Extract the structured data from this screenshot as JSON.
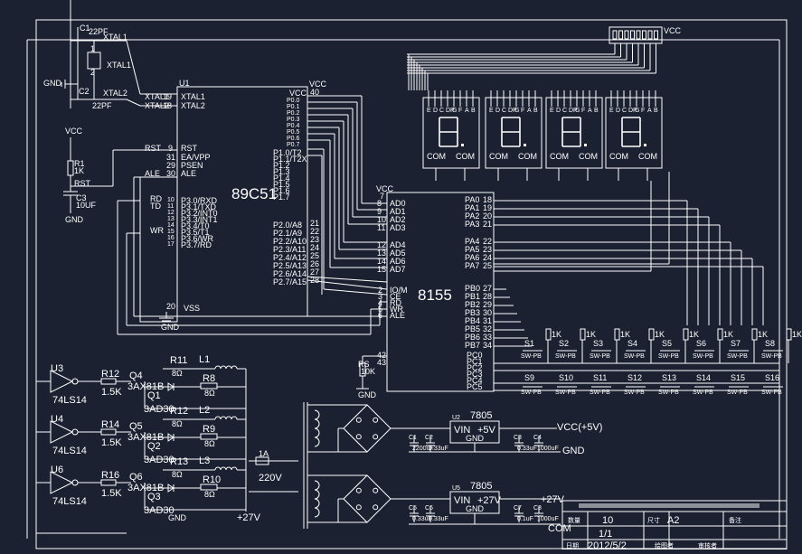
{
  "colors": {
    "background": "#1b2130",
    "wire": "#ffffff"
  },
  "crystal": {
    "c1": "C1",
    "c1_val": "22PF",
    "c2": "C2",
    "c2_val": "22PF",
    "xtal": "XTAL1",
    "xtal1": "XTAL1",
    "xtal2": "XTAL2",
    "pin1": "1",
    "pin2": "2",
    "gnd": "GND"
  },
  "mcu": {
    "ref": "U1",
    "name": "89C51",
    "vcc": "VCC",
    "vcc_pin": "40",
    "xtal1": "XTAL1",
    "xtal1_pin": "19",
    "xtal2": "XTAL2",
    "xtal2_pin": "18",
    "rst": "RST",
    "rst_pin": "9",
    "ea": "EA/VPP",
    "ea_pin": "31",
    "psen": "PSEN",
    "psen_pin": "29",
    "ale": "ALE",
    "ale_pin": "30",
    "vss": "VSS",
    "vss_pin": "20",
    "gnd": "GND",
    "p0": [
      "P0.0",
      "P0.1",
      "P0.2",
      "P0.3",
      "P0.4",
      "P0.5",
      "P0.6",
      "P0.7"
    ],
    "p1": [
      "P1.0/T2",
      "P1.1/T2X",
      "P1.2",
      "P1.3",
      "P1.4",
      "P1.5",
      "P1.6",
      "P1.7"
    ],
    "p2": [
      "P2.0/A8",
      "P2.1/A9",
      "P2.2/A10",
      "P2.3/A11",
      "P2.4/A12",
      "P2.5/A13",
      "P2.6/A14",
      "P2.7/A15"
    ],
    "p2_pins": [
      "21",
      "22",
      "23",
      "24",
      "25",
      "26",
      "27",
      "28"
    ],
    "p3": [
      "P3.0/RXD",
      "P3.1/TXD",
      "P3.2/INT0",
      "P3.3/INT1",
      "P3.4/T0",
      "P3.5/T1",
      "P3.6/WR",
      "P3.7/RD"
    ],
    "p3_pins": [
      "10",
      "11",
      "12",
      "13",
      "14",
      "15",
      "16",
      "17"
    ],
    "rd_net": "RD",
    "td_net": "TD",
    "wr_net": "WR",
    "rst_net": "RST",
    "ale_net": "ALE"
  },
  "reset": {
    "vcc": "VCC",
    "r": "R1",
    "r_val": "1K",
    "net": "RST",
    "c": "C3",
    "c_val": "10UF",
    "gnd": "GND"
  },
  "ppi": {
    "name": "8155",
    "vcc": "VCC",
    "vcc_pin": "7",
    "ad": [
      "AD0",
      "AD1",
      "AD2",
      "AD3",
      "AD4",
      "AD5",
      "AD6",
      "AD7"
    ],
    "ad_pins": [
      "8",
      "9",
      "10",
      "11",
      "12",
      "13",
      "14",
      "15"
    ],
    "ctrl": [
      "IO/M",
      "CE",
      "RD",
      "WR",
      "ALE"
    ],
    "ctrl_pins": [
      "2",
      "3",
      "4",
      "5",
      "6"
    ],
    "pa": [
      "PA0",
      "PA1",
      "PA2",
      "PA3",
      "PA4",
      "PA5",
      "PA6",
      "PA7"
    ],
    "pa_pins": [
      "18",
      "19",
      "20",
      "21",
      "22",
      "23",
      "24",
      "25"
    ],
    "pb": [
      "PB0",
      "PB1",
      "PB2",
      "PB3",
      "PB4",
      "PB5",
      "PB6",
      "PB7"
    ],
    "pb_pins": [
      "27",
      "28",
      "29",
      "30",
      "31",
      "32",
      "33",
      "34"
    ],
    "pc": [
      "PC0",
      "PC1",
      "PC2",
      "PC3",
      "PC4",
      "PC5"
    ],
    "left_pins": [
      "42",
      "43"
    ],
    "rs": "RS",
    "rs_val": "10K",
    "gnd": "GND"
  },
  "displays": {
    "segments": [
      "E",
      "D",
      "C",
      "DP",
      "G",
      "F",
      "A",
      "B"
    ],
    "com": "COM",
    "network": "VCC"
  },
  "keys": {
    "row1": [
      "S1",
      "S2",
      "S3",
      "S4",
      "S5",
      "S6",
      "S7",
      "S8"
    ],
    "row2": [
      "S9",
      "S10",
      "S11",
      "S12",
      "S13",
      "S14",
      "S15",
      "S16"
    ],
    "type": "SW-PB",
    "pullup": "1K"
  },
  "drivers": [
    {
      "inv": "U3",
      "inv_type": "74LS14",
      "rb": "R12",
      "rb_val": "1.5K",
      "q": "Q4",
      "q_type": "3AX81B",
      "q2": "Q1",
      "q2_type": "3AD30",
      "r": "R11",
      "r_val": "8Ω",
      "r2": "R8",
      "r2_val": "8Ω",
      "l": "L1"
    },
    {
      "inv": "U4",
      "inv_type": "74LS14",
      "rb": "R14",
      "rb_val": "1.5K",
      "q": "Q5",
      "q_type": "3AX81B",
      "q2": "Q2",
      "q2_type": "3AD30",
      "r": "R12",
      "r_val": "8Ω",
      "r2": "R9",
      "r2_val": "8Ω",
      "l": "L2"
    },
    {
      "inv": "U6",
      "inv_type": "74LS14",
      "rb": "R16",
      "rb_val": "1.5K",
      "q": "Q6",
      "q_type": "3AX81B",
      "q2": "Q3",
      "q2_type": "3AD30",
      "r": "R13",
      "r_val": "8Ω",
      "r2": "R10",
      "r2_val": "8Ω",
      "l": "L3"
    }
  ],
  "supply": {
    "fuse": "1A",
    "mains": "220V",
    "v27": "+27V",
    "v27b": "+27V",
    "reg1": {
      "ref": "U2",
      "name": "7805",
      "vin": "VIN",
      "out": "+5V",
      "gnd": "GND"
    },
    "reg2": {
      "ref": "U5",
      "name": "7805",
      "vin": "VIN",
      "out": "+27V",
      "gnd": "GND"
    },
    "vcc_label": "VCC(+5V)",
    "gnd_label": "GND",
    "caps1": [
      {
        "ref": "C1",
        "val": "2200uF"
      },
      {
        "ref": "C2",
        "val": "0.33uF"
      },
      {
        "ref": "C3",
        "val": "0.33uF"
      },
      {
        "ref": "C4",
        "val": "1000uF"
      }
    ],
    "caps2": [
      {
        "ref": "C5",
        "val": "0.33uF"
      },
      {
        "ref": "C6",
        "val": "0.33uF"
      },
      {
        "ref": "C7",
        "val": "0.1uF"
      },
      {
        "ref": "C8",
        "val": "1000uF"
      }
    ],
    "com": "COM"
  },
  "title_block": {
    "label_quantity": "数量",
    "quantity": "10",
    "label_size": "尺寸",
    "size": "A2",
    "label_note": "备注",
    "sheet": "1/1",
    "label_date": "日期",
    "date": "2012/5/2",
    "label_drawn": "绘图者",
    "label_checked": "审核者"
  }
}
